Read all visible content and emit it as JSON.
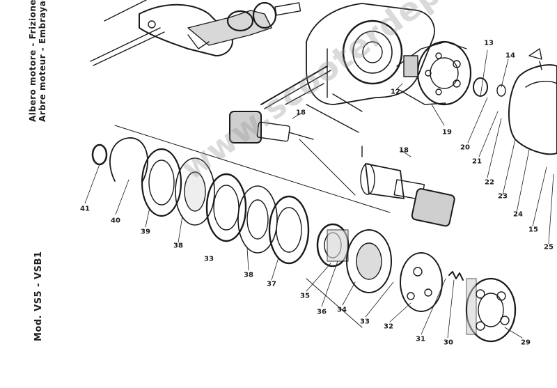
{
  "header": {
    "title_it": "Albero motore - Frizione",
    "title_fr": "Arbre moteur - Embrayage",
    "model": "Mod. VS5 - VSB1"
  },
  "watermark": "www.scooterdepoca.com",
  "callouts": {
    "n12": "12",
    "n13": "13",
    "n14": "14",
    "n18a": "18",
    "n18b": "18",
    "n19": "19",
    "n20": "20",
    "n21": "21",
    "n22": "22",
    "n23": "23",
    "n24": "24",
    "n15": "15",
    "n25": "25",
    "n41": "41",
    "n40": "40",
    "n39": "39",
    "n38": "38",
    "n33a": "33",
    "n38b": "38",
    "n37": "37",
    "n35": "35",
    "n36": "36",
    "n34": "34",
    "n33": "33",
    "n32": "32",
    "n31": "31",
    "n30": "30",
    "n29": "29"
  },
  "colors": {
    "ink": "#1a1a1a",
    "paper": "#ffffff",
    "watermark": "#969696"
  }
}
